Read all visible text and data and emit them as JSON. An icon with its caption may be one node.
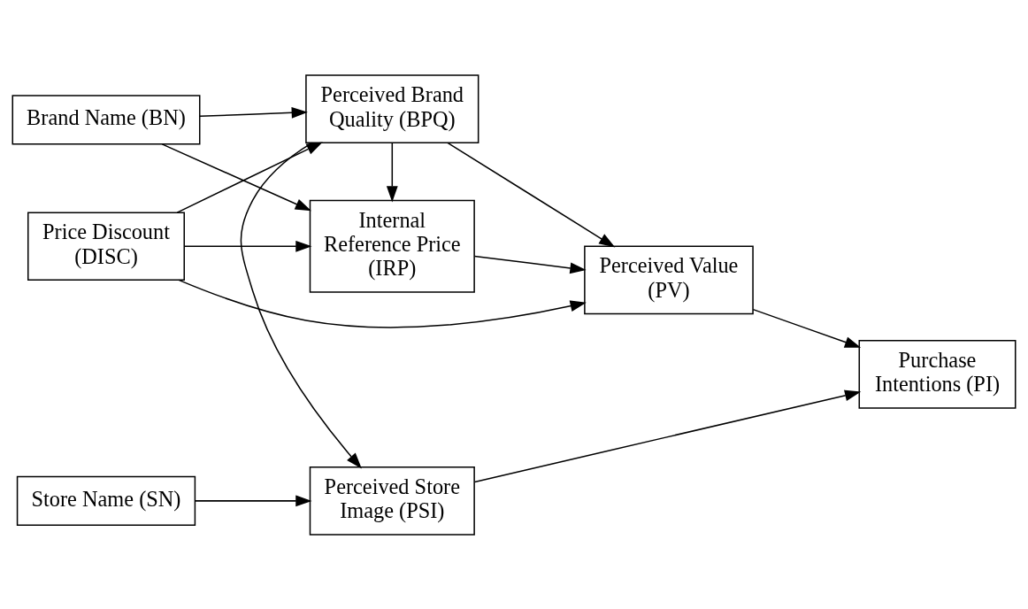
{
  "diagram": {
    "nodes": [
      {
        "text": [
          "Price Discount (DISC)"
        ]
      },
      {
        "text": [
          "Internal Reference Price (IRP)"
        ]
      },
      {
        "text": [
          "Brand Name (BN)"
        ]
      },
      {
        "text": [
          "Perceived Brand Quality (BPQ)"
        ]
      },
      {
        "text": [
          "Perceived Value (PV)"
        ]
      },
      {
        "text": [
          "Purchase Intentions (PI)"
        ]
      },
      {
        "text": [
          "Store Name (SN)"
        ]
      },
      {
        "text": [
          "Perceived Store Image (PSI)"
        ]
      }
    ],
    "edges": [
      {
        "from": 0,
        "to": 1,
        "arrow": "to"
      },
      {
        "from": 0,
        "to": 3,
        "arrow": "to"
      },
      {
        "from": 0,
        "to": 4,
        "arrow": "to"
      },
      {
        "from": 2,
        "to": 1,
        "arrow": "to"
      },
      {
        "from": 2,
        "to": 3,
        "arrow": "to"
      },
      {
        "from": 3,
        "to": 1,
        "arrow": "to"
      },
      {
        "from": 1,
        "to": 4,
        "arrow": "to"
      },
      {
        "from": 3,
        "to": 4,
        "arrow": "to"
      },
      {
        "from": 3,
        "to": 7,
        "arrow": "to"
      },
      {
        "from": 6,
        "to": 7,
        "arrow": "to"
      },
      {
        "from": 7,
        "to": 5,
        "arrow": "to"
      },
      {
        "from": 4,
        "to": 5,
        "arrow": "to"
      }
    ]
  }
}
